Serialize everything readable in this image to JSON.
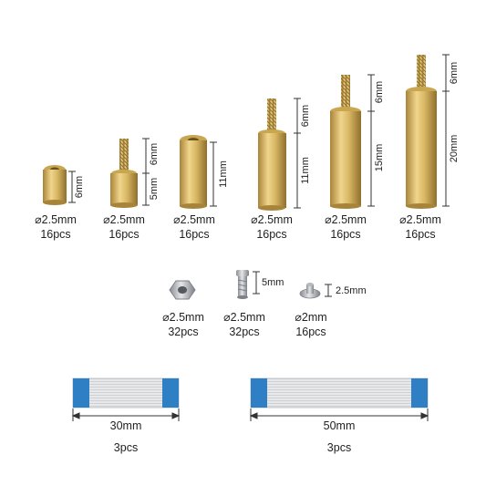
{
  "standoffs": [
    {
      "diameter": "⌀2.5mm",
      "qty": "16pcs",
      "dims": [
        "6mm"
      ]
    },
    {
      "diameter": "⌀2.5mm",
      "qty": "16pcs",
      "dims": [
        "6mm",
        "5mm"
      ]
    },
    {
      "diameter": "⌀2.5mm",
      "qty": "16pcs",
      "dims": [
        "11mm"
      ]
    },
    {
      "diameter": "⌀2.5mm",
      "qty": "16pcs",
      "dims": [
        "6mm",
        "11mm"
      ]
    },
    {
      "diameter": "⌀2.5mm",
      "qty": "16pcs",
      "dims": [
        "6mm",
        "15mm"
      ]
    },
    {
      "diameter": "⌀2.5mm",
      "qty": "16pcs",
      "dims": [
        "6mm",
        "20mm"
      ]
    }
  ],
  "small_parts": [
    {
      "name": "nut",
      "diameter": "⌀2.5mm",
      "qty": "32pcs",
      "dim": ""
    },
    {
      "name": "screw",
      "diameter": "⌀2.5mm",
      "qty": "32pcs",
      "dim": "5mm"
    },
    {
      "name": "short-screw",
      "diameter": "⌀2mm",
      "qty": "16pcs",
      "dim": "2.5mm"
    }
  ],
  "cables": [
    {
      "length": "30mm",
      "qty": "3pcs"
    },
    {
      "length": "50mm",
      "qty": "3pcs"
    }
  ],
  "colors": {
    "brass": "#d9b865",
    "brass_dark": "#a8843a",
    "ribbon_blue": "#2f7fc5",
    "ribbon_body": "#e6e8ea"
  }
}
